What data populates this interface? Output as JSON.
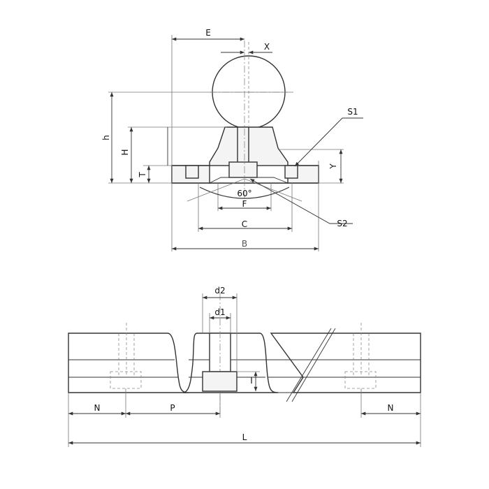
{
  "dimensions": {
    "E": "E",
    "X": "X",
    "S1": "S1",
    "S2": "S2",
    "h": "h",
    "H": "H",
    "T": "T",
    "Y": "Y",
    "angle": "60°",
    "F": "F",
    "C": "C",
    "B": "B",
    "d2": "d2",
    "d1": "d1",
    "I": "I",
    "N_left": "N",
    "P": "P",
    "N_right": "N",
    "L": "L"
  }
}
